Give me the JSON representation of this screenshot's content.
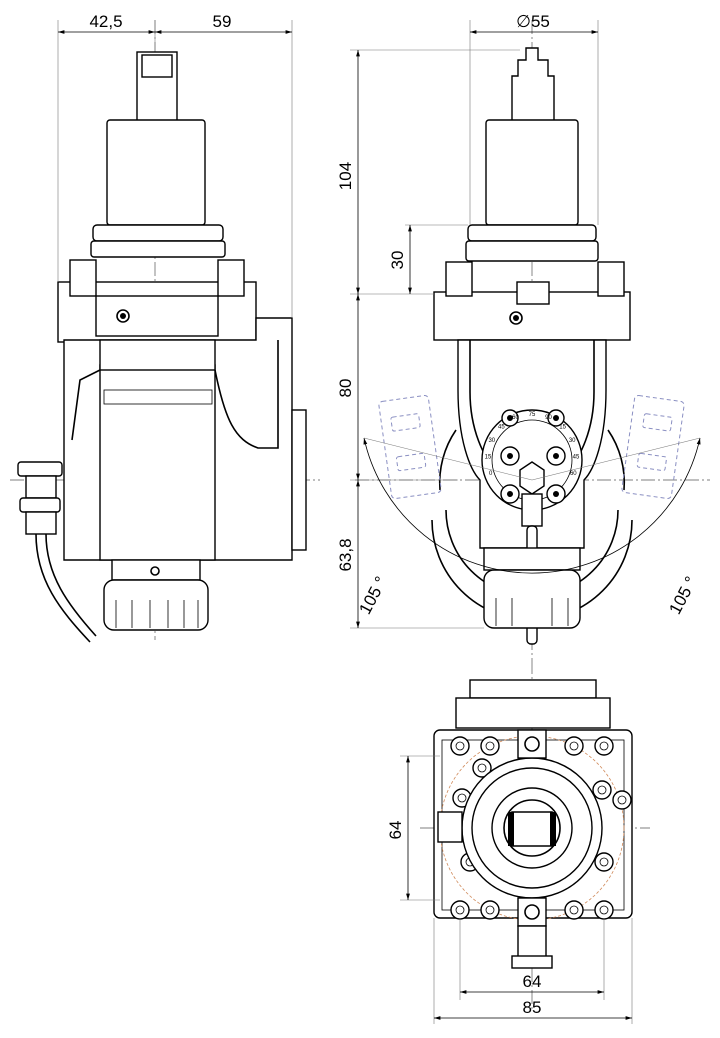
{
  "dimensions": {
    "side_view": {
      "d1": "42,5",
      "d2": "59"
    },
    "front_view": {
      "diameter": "∅55",
      "h1": "104",
      "h2": "30",
      "h3": "80",
      "h4": "63,8",
      "angle_left": "105 °",
      "angle_right": "105 °"
    },
    "bottom_view": {
      "height": "64",
      "width_inner": "64",
      "width_outer": "85"
    }
  },
  "dial_scale": [
    "0",
    "15",
    "30",
    "45",
    "60",
    "75",
    "90",
    "15",
    "30",
    "45",
    "60"
  ]
}
